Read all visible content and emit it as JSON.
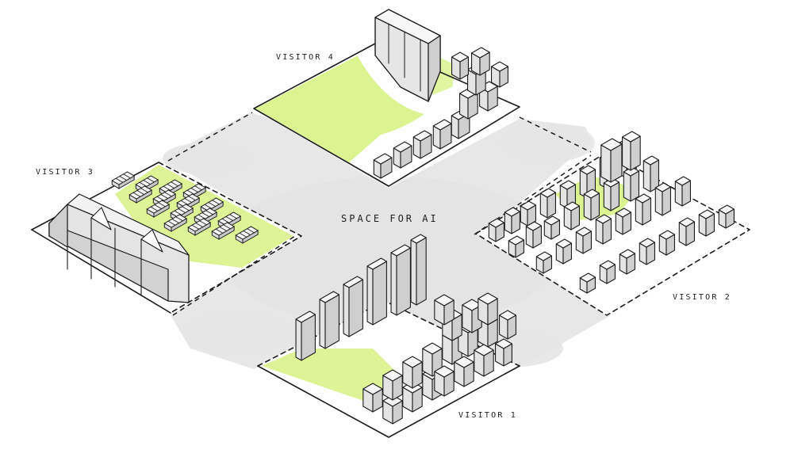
{
  "diagram": {
    "center_label": "SPACE FOR AI",
    "quadrants": {
      "north": {
        "label": "VISITOR 4"
      },
      "east": {
        "label": "VISITOR 2"
      },
      "south": {
        "label": "VISITOR 1"
      },
      "west": {
        "label": "VISITOR 3"
      }
    }
  },
  "colors": {
    "ink": "#1c1c1c",
    "street": "#e6e6e6",
    "green": "#d9f28a",
    "green_soft": "#ecf8c4",
    "block_top": "#f7f7f7",
    "block_left": "#e4e4e4",
    "block_right": "#cfcfcf"
  }
}
